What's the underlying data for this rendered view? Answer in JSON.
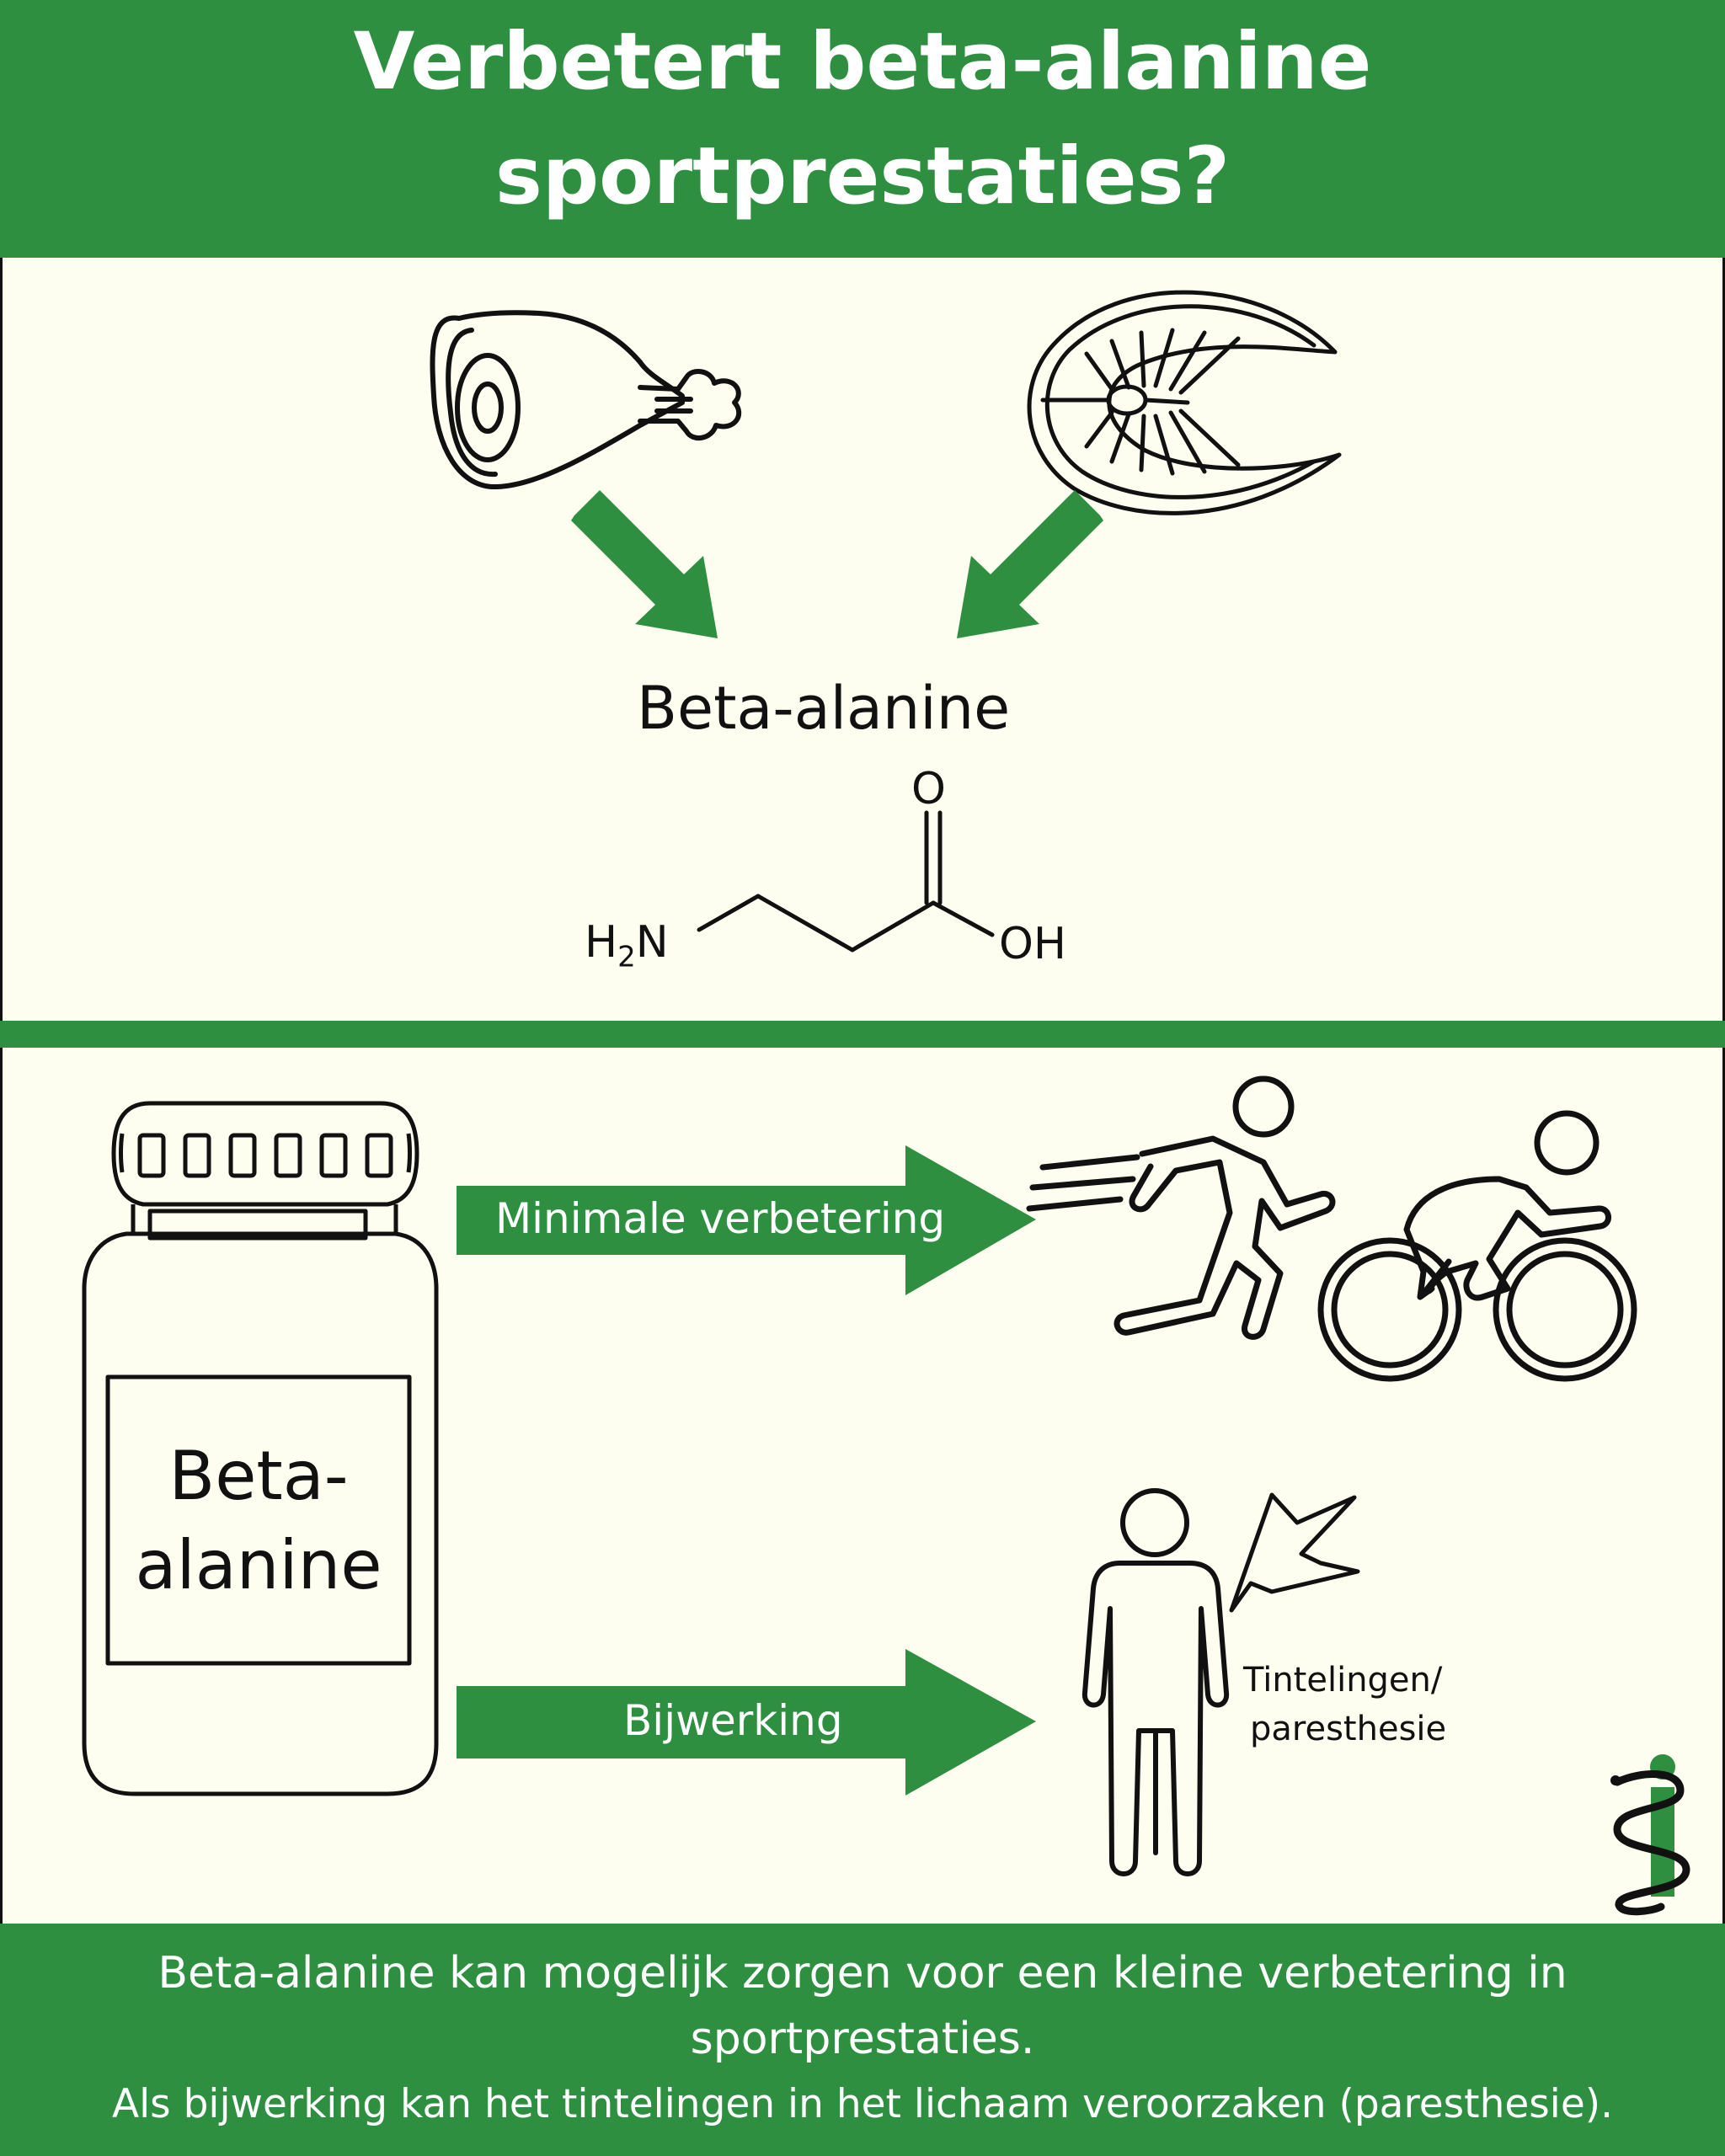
{
  "title": {
    "line1": "Verbetert beta-alanine",
    "line2": "sportprestaties?"
  },
  "molecule": {
    "name": "Beta-alanine",
    "oxygen": "O",
    "amine_h": "H",
    "amine_sub": "2",
    "amine_n": "N",
    "hydroxyl": "OH"
  },
  "jar": {
    "label_line1": "Beta-",
    "label_line2": "alanine"
  },
  "effects": {
    "benefit": "Minimale verbetering",
    "side_effect": "Bijwerking"
  },
  "side_effect_note": {
    "line1": "Tintelingen/",
    "line2": "paresthesie"
  },
  "footer": {
    "line1": "Beta-alanine kan mogelijk zorgen voor een kleine verbetering in",
    "line2": "sportprestaties.",
    "line3": "Als bijwerking kan het tintelingen in het lichaam veroorzaken (paresthesie)."
  },
  "colors": {
    "green": "#2e8f41",
    "background": "#fdfdf0",
    "ink": "#111111"
  },
  "icons": [
    "meat-icon",
    "fish-icon",
    "jar-icon",
    "runner-icon",
    "cyclist-icon",
    "person-icon",
    "lightning-icon",
    "medical-logo-icon"
  ]
}
